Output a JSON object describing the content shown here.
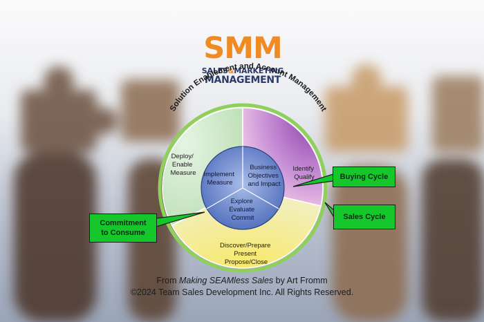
{
  "logo": {
    "main": "SMM",
    "line2_a": "SALES",
    "line2_amp": "&",
    "line2_b": "MARKETING",
    "line3": "MANAGEMENT"
  },
  "diagram": {
    "arc_title": "Solution Enablement and Account Management",
    "outer": {
      "deploy": [
        "Deploy/",
        "Enable",
        "Measure"
      ],
      "identify": [
        "Identify",
        "Qualify"
      ],
      "discover": [
        "Discover/Prepare",
        "Present",
        "Propose/Close"
      ]
    },
    "inner": {
      "implement": [
        "Implement",
        "Measure"
      ],
      "business": [
        "Business",
        "Objectives",
        "and Impact"
      ],
      "explore": [
        "Explore",
        "Evaluate",
        "Commit"
      ]
    },
    "callouts": {
      "buying": "Buying Cycle",
      "sales": "Sales Cycle",
      "commitment_1": "Commitment",
      "commitment_2": "to Consume"
    },
    "colors": {
      "deploy": "#cdeacb",
      "identify": "#a35ab8",
      "discover": "#f4ec78",
      "inner": "#4c6ebf",
      "callout": "#16c72c",
      "ring": "#8ed05a"
    }
  },
  "credit": {
    "prefix": "From ",
    "book": "Making SEAMless Sales",
    "suffix": " by Art Fromm",
    "line2": "©2024 Team Sales Development Inc. All Rights Reserved."
  }
}
